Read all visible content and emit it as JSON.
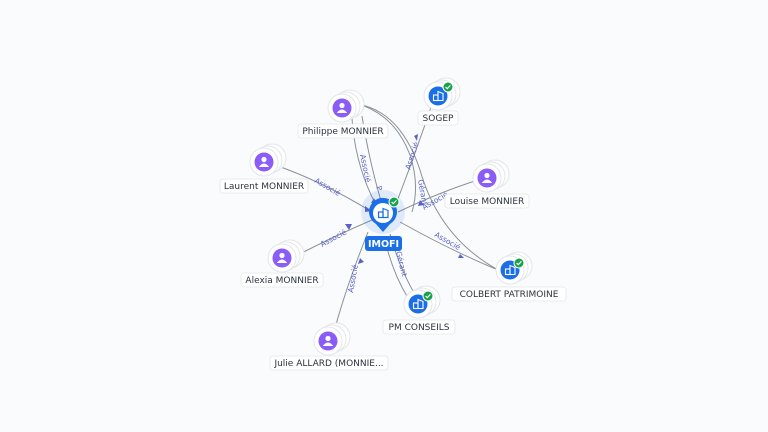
{
  "colors": {
    "person": "#8b5cf6",
    "company": "#1a6fe8",
    "check": "#17a34a",
    "edge_label": "#5a62c8",
    "edge": "#8a9199"
  },
  "center": {
    "label": "IMOFI",
    "icon": "building-icon"
  },
  "nodes": [
    {
      "id": "philippe",
      "label": "Philippe MONNIER",
      "type": "person",
      "icon": "person-icon"
    },
    {
      "id": "laurent",
      "label": "Laurent MONNIER",
      "type": "person",
      "icon": "person-icon"
    },
    {
      "id": "alexia",
      "label": "Alexia MONNIER",
      "type": "person",
      "icon": "person-icon"
    },
    {
      "id": "julie",
      "label": "Julie ALLARD (MONNIE...",
      "type": "person",
      "icon": "person-icon"
    },
    {
      "id": "louise",
      "label": "Louise MONNIER",
      "type": "person",
      "icon": "person-icon"
    },
    {
      "id": "sogep",
      "label": "SOGEP",
      "type": "company",
      "icon": "building-icon",
      "verified": true
    },
    {
      "id": "colbert",
      "label": "COLBERT PATRIMOINE",
      "type": "company",
      "icon": "building-icon",
      "verified": true
    },
    {
      "id": "pmconseils",
      "label": "PM CONSEILS",
      "type": "company",
      "icon": "building-icon",
      "verified": true
    }
  ],
  "edges": [
    {
      "id": "e-philippe",
      "label": "Associé"
    },
    {
      "id": "e-laurent",
      "label": "Associé"
    },
    {
      "id": "e-alexia",
      "label": "Associé"
    },
    {
      "id": "e-julie",
      "label": "Associé"
    },
    {
      "id": "e-louise",
      "label": "Associé"
    },
    {
      "id": "e-sogep",
      "label": "Associé"
    },
    {
      "id": "e-colbert",
      "label": "Associé"
    },
    {
      "id": "e-pm",
      "label": "Gérant"
    },
    {
      "id": "e-philippe-sogep",
      "label": "Gérant"
    },
    {
      "id": "e-philippe-colbert",
      "label": "P"
    }
  ]
}
